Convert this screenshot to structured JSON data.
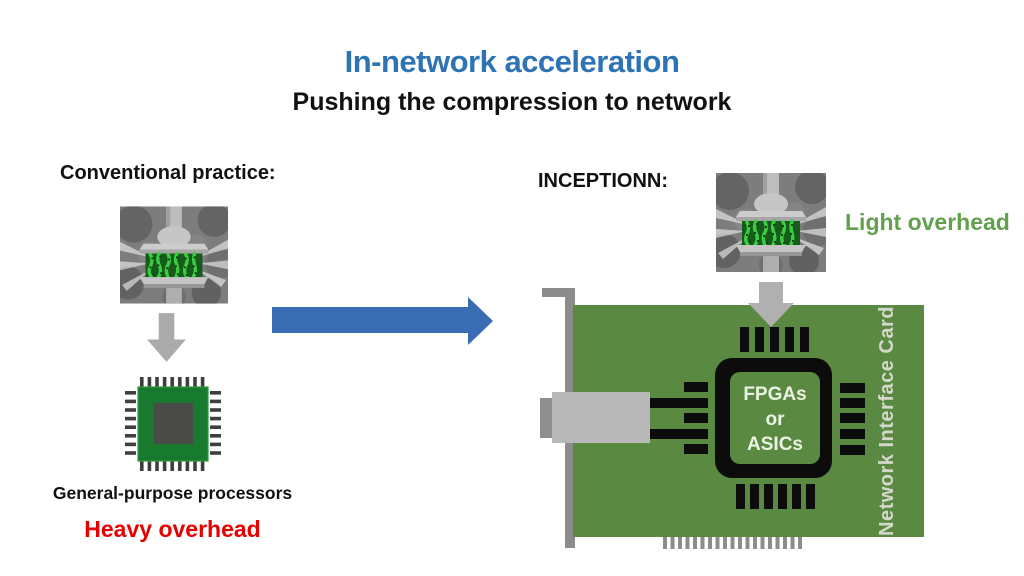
{
  "slide": {
    "title": "In-network acceleration",
    "subtitle": "Pushing the compression to network"
  },
  "conventional": {
    "heading": "Conventional practice:",
    "image_name": "data-compression-press",
    "caption": "General-purpose processors",
    "verdict": "Heavy overhead"
  },
  "inceptionn": {
    "heading": "INCEPTIONN:",
    "image_name": "data-compression-press",
    "verdict": "Light overhead",
    "nic": {
      "chip_lines": [
        "FPGAs",
        "or",
        "ASICs"
      ],
      "side_label": "Network Interface Card"
    }
  },
  "colors": {
    "title_blue": "#2e74b5",
    "heavy_overhead_red": "#e80000",
    "light_overhead_green": "#61a14d",
    "transition_arrow_blue": "#3a6cb4",
    "nic_board_green": "#5a8a42",
    "cpu_chip_green": "#177a2f",
    "gray_arrow": "#ababab"
  }
}
